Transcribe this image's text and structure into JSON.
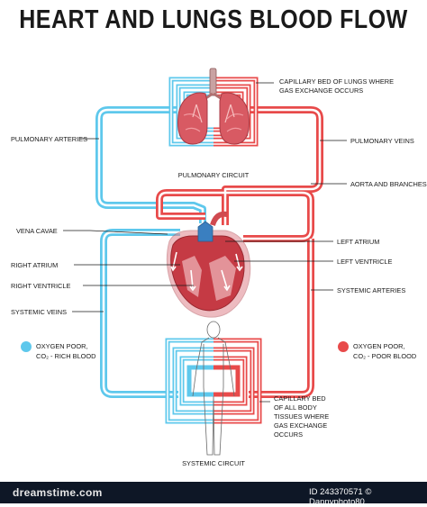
{
  "title": "HEART AND LUNGS BLOOD FLOW",
  "labels": {
    "capillary_lungs_1": "CAPILLARY BED OF LUNGS WHERE",
    "capillary_lungs_2": "GAS EXCHANGE OCCURS",
    "pulmonary_arteries": "PULMONARY ARTERIES",
    "pulmonary_veins": "PULMONARY VEINS",
    "pulmonary_circuit": "PULMONARY CIRCUIT",
    "aorta": "AORTA AND BRANCHES",
    "vena_cavae": "VENA CAVAE",
    "left_atrium": "LEFT ATRIUM",
    "right_atrium": "RIGHT ATRIUM",
    "left_ventricle": "LEFT VENTRICLE",
    "right_ventricle": "RIGHT VENTRICLE",
    "systemic_arteries": "SYSTEMIC ARTERIES",
    "systemic_veins": "SYSTEMIC VEINS",
    "capillary_body_1": "CAPILLARY BED",
    "capillary_body_2": "OF ALL BODY",
    "capillary_body_3": "TISSUES WHERE",
    "capillary_body_4": "GAS EXCHANGE",
    "capillary_body_5": "OCCURS",
    "systemic_circuit": "SYSTEMIC CIRCUIT"
  },
  "legend": {
    "blue_line1": "OXYGEN POOR,",
    "blue_line2": "CO₂ - RICH BLOOD",
    "red_line1": "OXYGEN POOR,",
    "red_line2": "CO₂ - POOR BLOOD"
  },
  "footer": {
    "brand": "dreamstime.com",
    "id_text": "ID 243370571 © Dannyphoto80"
  },
  "colors": {
    "blue": "#5ec8ec",
    "red": "#e84a4a",
    "footer_bg": "#0e1726"
  }
}
